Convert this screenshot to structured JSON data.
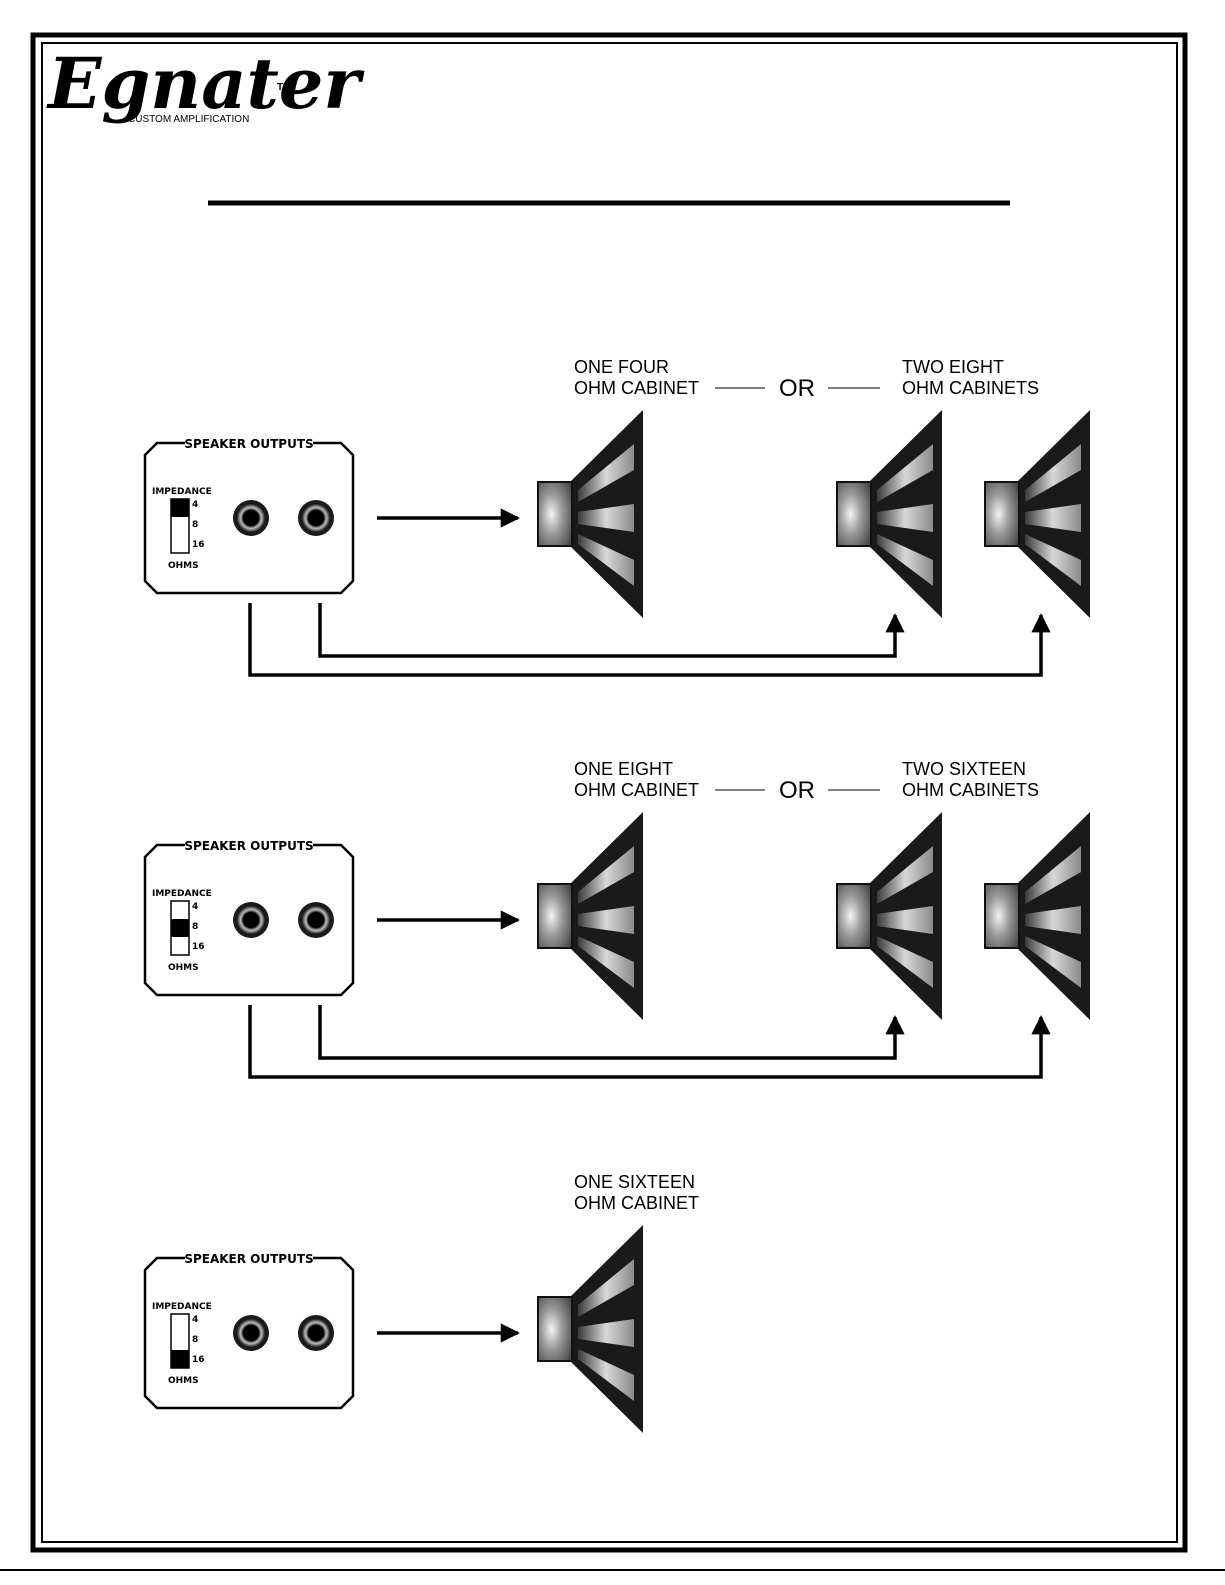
{
  "brand": {
    "name": "Egnater",
    "trademark": "TM",
    "subtitle": "CUSTOM AMPLIFICATION"
  },
  "sections": [
    {
      "panel": {
        "title": "SPEAKER OUTPUTS",
        "impedance_label": "IMPEDANCE",
        "ohm_values": [
          "4",
          "8",
          "16"
        ],
        "ohms_label": "OHMS",
        "selected": "4"
      },
      "option_a": {
        "line1": "ONE FOUR",
        "line2": "OHM CABINET"
      },
      "or_label": "OR",
      "option_b": {
        "line1": "TWO EIGHT",
        "line2": "OHM CABINETS"
      }
    },
    {
      "panel": {
        "title": "SPEAKER OUTPUTS",
        "impedance_label": "IMPEDANCE",
        "ohm_values": [
          "4",
          "8",
          "16"
        ],
        "ohms_label": "OHMS",
        "selected": "8"
      },
      "option_a": {
        "line1": "ONE EIGHT",
        "line2": "OHM CABINET"
      },
      "or_label": "OR",
      "option_b": {
        "line1": "TWO SIXTEEN",
        "line2": "OHM CABINETS"
      }
    },
    {
      "panel": {
        "title": "SPEAKER OUTPUTS",
        "impedance_label": "IMPEDANCE",
        "ohm_values": [
          "4",
          "8",
          "16"
        ],
        "ohms_label": "OHMS",
        "selected": "16"
      },
      "option_a": {
        "line1": "ONE SIXTEEN",
        "line2": "OHM CABINET"
      }
    }
  ]
}
